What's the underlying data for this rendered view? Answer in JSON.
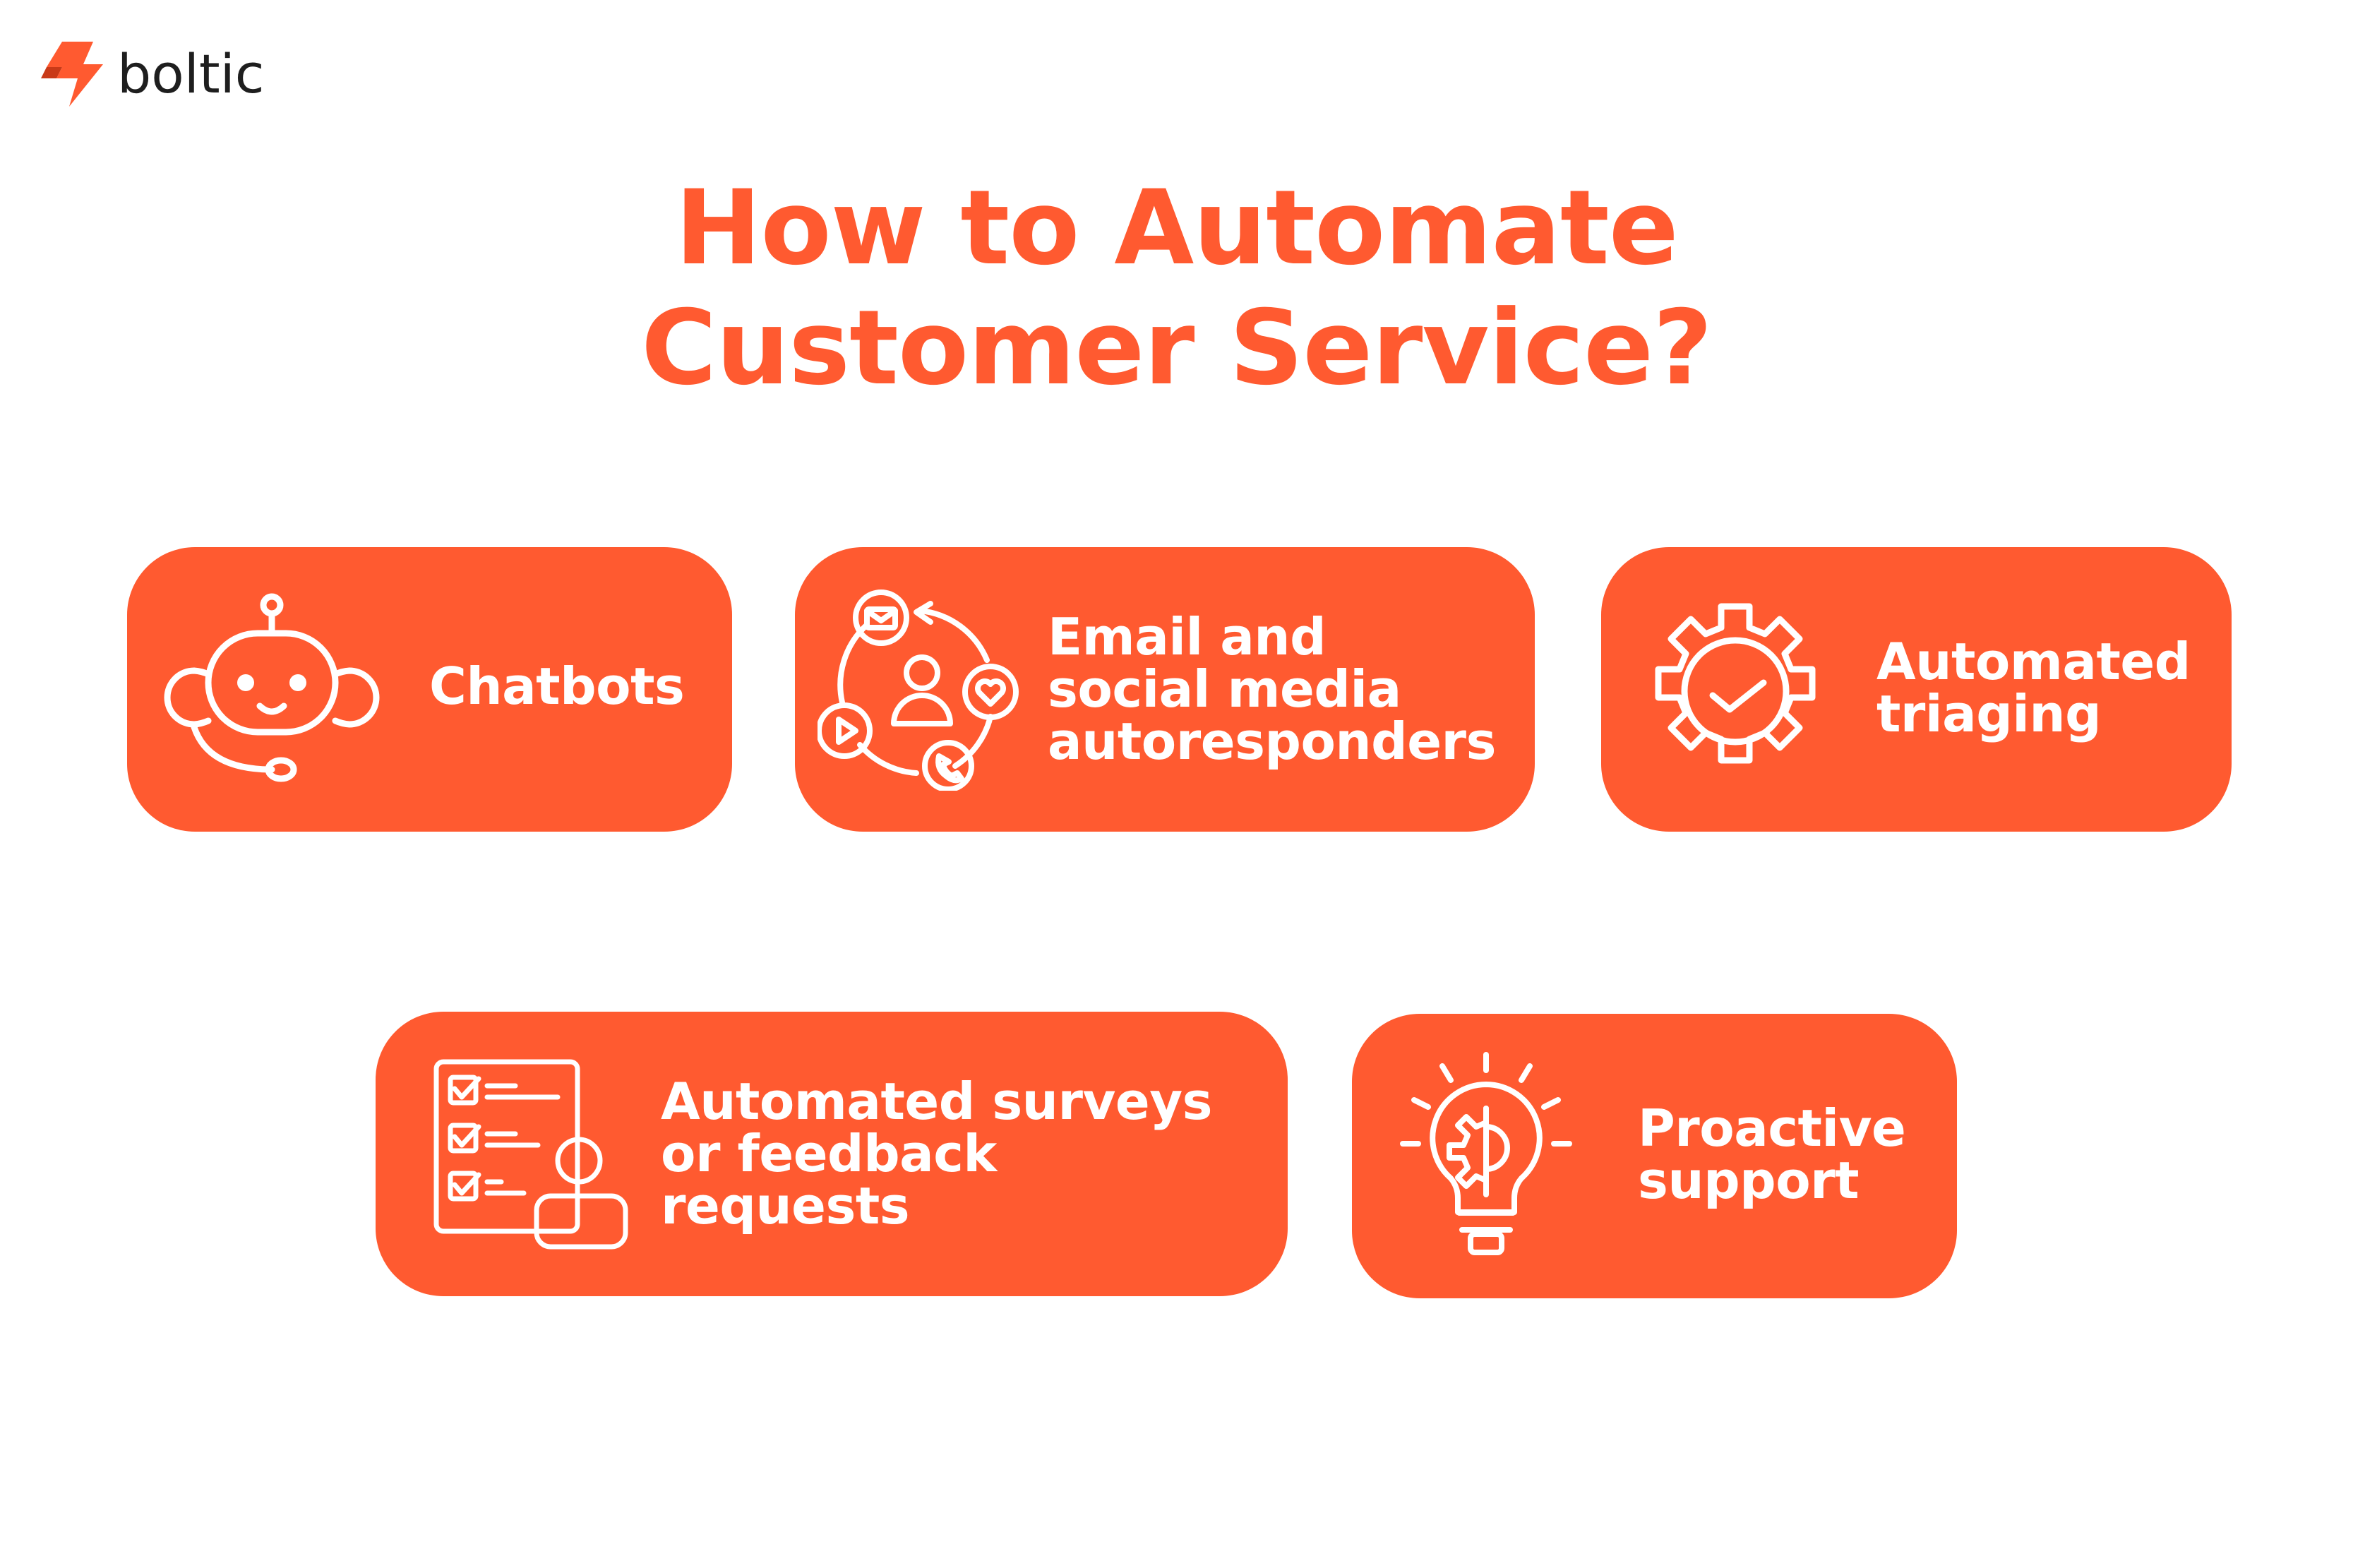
{
  "brand": {
    "name": "boltic",
    "icon": "bolt-logo-icon",
    "accent_color": "#ff5a30"
  },
  "title": {
    "line1": "How to Automate",
    "line2": "Customer Service?",
    "color": "#ff5a30"
  },
  "cards": [
    {
      "label": "Chatbots",
      "icon": "robot-headset-icon"
    },
    {
      "label": "Email and\nsocial media\nautoresponders",
      "icon": "omnichannel-cycle-icon"
    },
    {
      "label": "Automated\ntriaging",
      "icon": "gear-check-icon"
    },
    {
      "label": "Automated surveys\nor feedback\nrequests",
      "icon": "checklist-user-icon"
    },
    {
      "label": "Proactive\nsupport",
      "icon": "lightbulb-gear-icon"
    }
  ],
  "card_color": "#ff5a30",
  "card_text_color": "#ffffff"
}
